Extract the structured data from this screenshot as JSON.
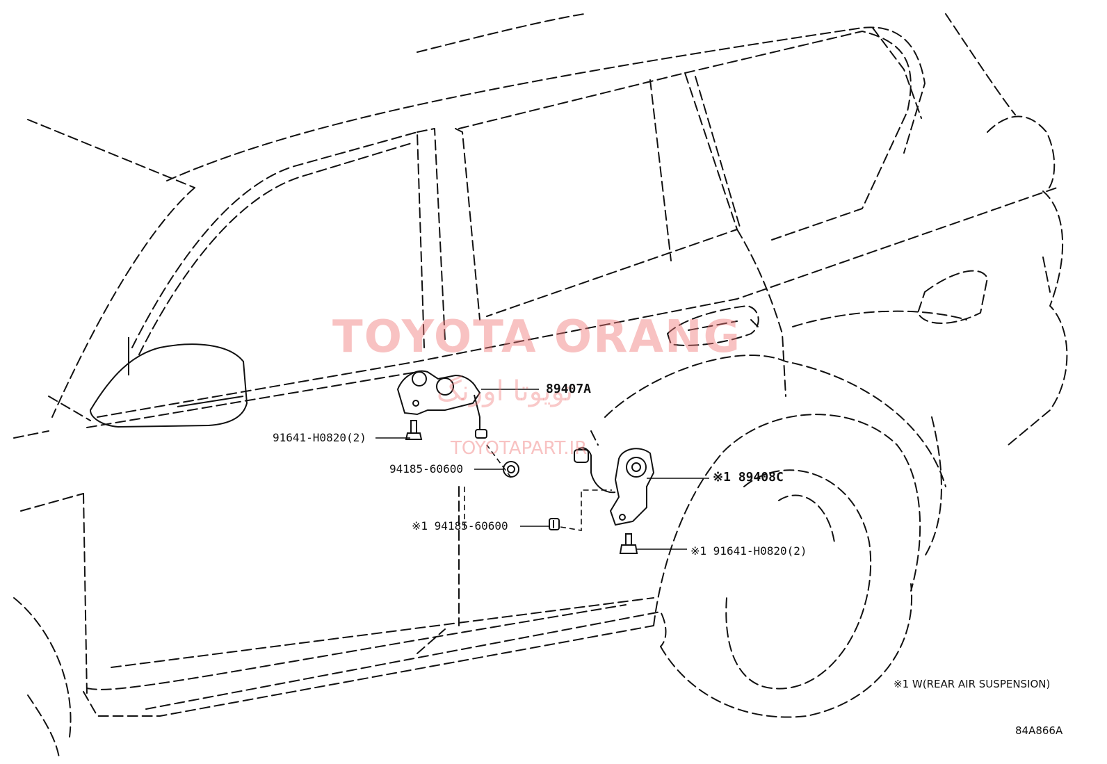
{
  "watermark": {
    "brand": "TOYOTA ORANG",
    "brand_fa": "تویوتا اورنگ",
    "site": "TOYOTAPART.IR"
  },
  "callouts": [
    {
      "id": "c1",
      "text": "89407A"
    },
    {
      "id": "c2",
      "text": "91641-H0820(2)"
    },
    {
      "id": "c3",
      "text": "94185-60600"
    },
    {
      "id": "c4",
      "text": "※1 94185-60600"
    },
    {
      "id": "c5",
      "text": "※1 89408C"
    },
    {
      "id": "c6",
      "text": "※1 91641-H0820(2)"
    }
  ],
  "footnote": "※1 W(REAR AIR SUSPENSION)",
  "diagram_code": "84A866A"
}
